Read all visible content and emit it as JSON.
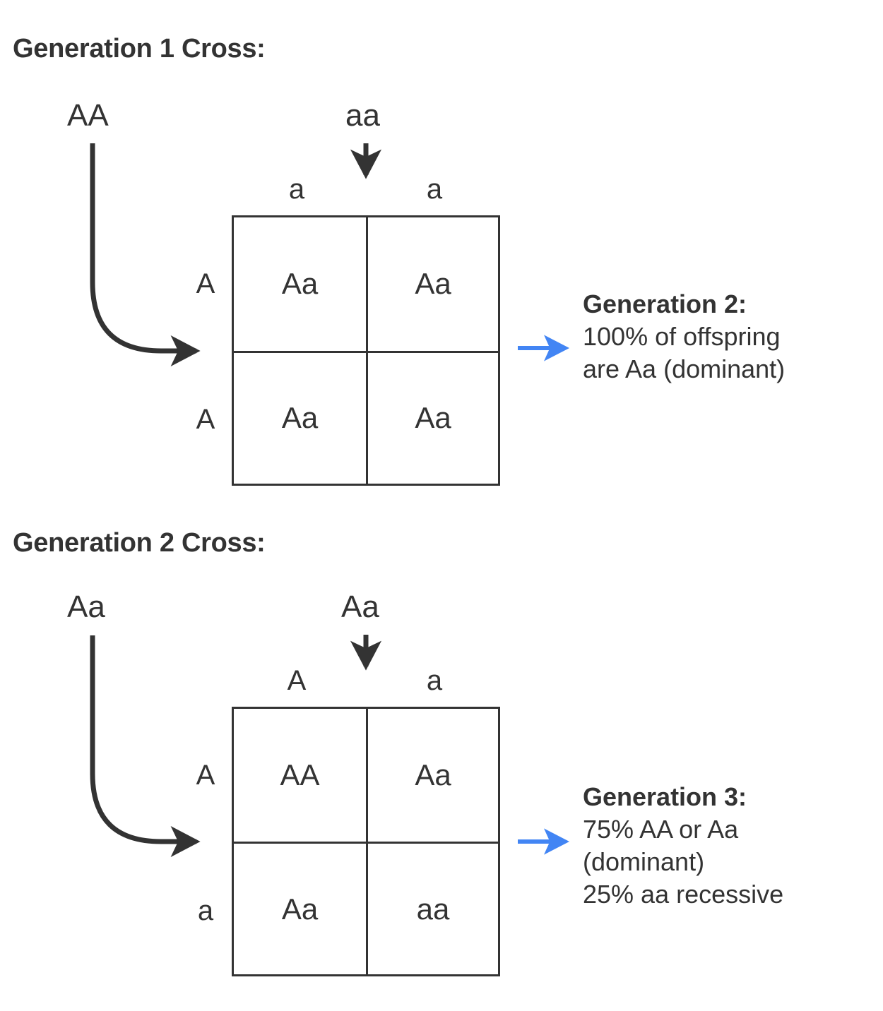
{
  "diagram": {
    "title_color": "#333333",
    "accent_color": "#4285F4",
    "line_color": "#333333"
  },
  "sections": [
    {
      "heading": "Generation 1 Cross:",
      "parent_left": "AA",
      "parent_top": "aa",
      "col_headers": [
        "a",
        "a"
      ],
      "row_headers": [
        "A",
        "A"
      ],
      "cells": [
        [
          "Aa",
          "Aa"
        ],
        [
          "Aa",
          "Aa"
        ]
      ],
      "result": {
        "title": "Generation 2:",
        "lines": [
          "100% of offspring",
          "are Aa (dominant)"
        ]
      }
    },
    {
      "heading": "Generation 2 Cross:",
      "parent_left": "Aa",
      "parent_top": "Aa",
      "col_headers": [
        "A",
        "a"
      ],
      "row_headers": [
        "A",
        "a"
      ],
      "cells": [
        [
          "AA",
          "Aa"
        ],
        [
          "Aa",
          "aa"
        ]
      ],
      "result": {
        "title": "Generation 3:",
        "lines": [
          "75% AA or Aa",
          "(dominant)",
          "25% aa recessive"
        ]
      }
    }
  ]
}
